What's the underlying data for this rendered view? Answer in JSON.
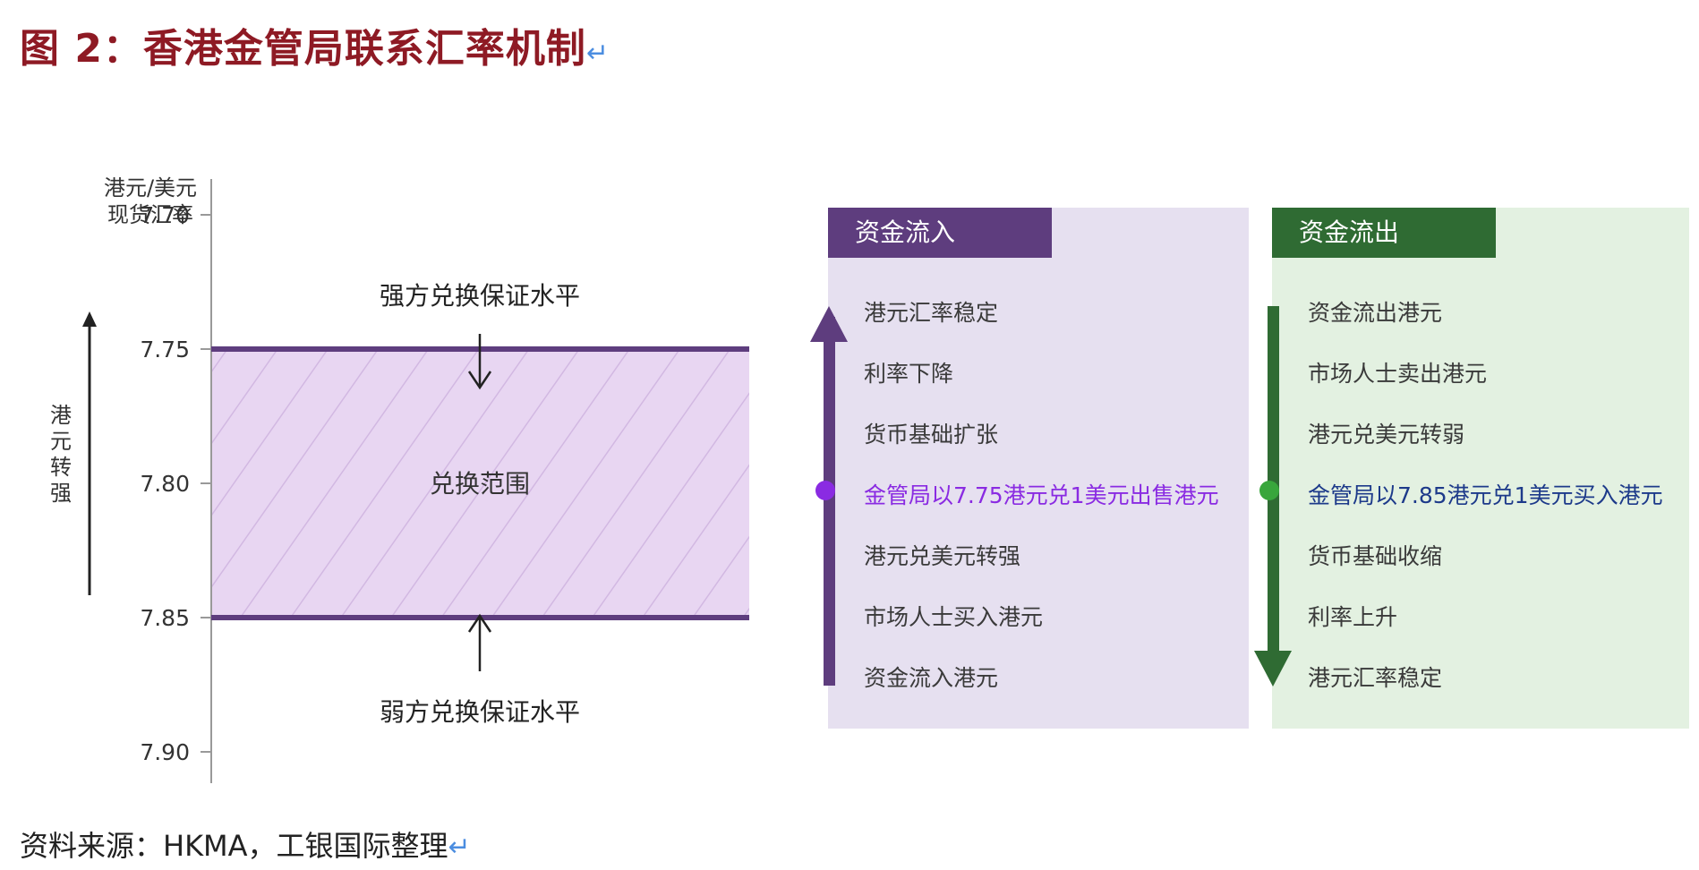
{
  "title": "图 2：香港金管局联系汇率机制",
  "return_mark": "↵",
  "source": "资料来源：HKMA，工银国际整理",
  "left_diagram": {
    "y_axis_label_line1": "港元/美元",
    "y_axis_label_line2": "现货汇率",
    "ticks": [
      "7.70",
      "7.75",
      "7.80",
      "7.85",
      "7.90"
    ],
    "tick_values": [
      7.7,
      7.75,
      7.8,
      7.85,
      7.9
    ],
    "side_label": "港元转强",
    "strong_side_label": "强方兑换保证水平",
    "weak_side_label": "弱方兑换保证水平",
    "band_label": "兑换范围",
    "strong_level": 7.75,
    "weak_level": 7.85,
    "band_color": "#e8d6f2",
    "line_color": "#5e3d7e"
  },
  "inflow": {
    "header": "资金流入",
    "items": [
      "港元汇率稳定",
      "利率下降",
      "货币基础扩张",
      "金管局以7.75港元兑1美元出售港元",
      "港元兑美元转强",
      "市场人士买入港元",
      "资金流入港元"
    ],
    "highlight_index": 3,
    "color": "#5e3d7e"
  },
  "outflow": {
    "header": "资金流出",
    "items": [
      "资金流出港元",
      "市场人士卖出港元",
      "港元兑美元转弱",
      "金管局以7.85港元兑1美元买入港元",
      "货币基础收缩",
      "利率上升",
      "港元汇率稳定"
    ],
    "highlight_index": 3,
    "color": "#2f6b33"
  }
}
